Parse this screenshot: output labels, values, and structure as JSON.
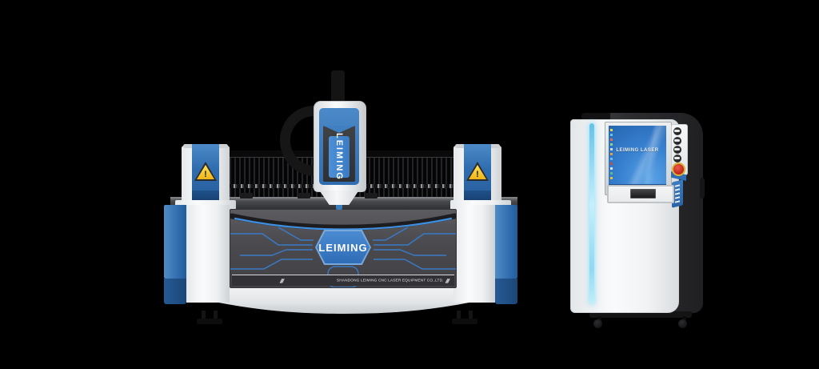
{
  "scene": {
    "subject": "LEIMING fiber laser cutting machine with CNC control cabinet",
    "background_color": "#000000"
  },
  "machine": {
    "head_label": "LEIMING",
    "panel_badge_label": "LEIMING",
    "company_line": "SHANDONG LEIMING CNC LASER EQUIPMENT CO.,LTD.",
    "company_slashes": "///",
    "warning_mark": "!",
    "colors": {
      "brand_blue": "#2f6eb4",
      "dark_blue": "#1d4c82",
      "panel_dark": "#4a4a4e",
      "circuit_blue": "#3f82cc",
      "warning_yellow": "#f2c01c",
      "body_white": "#f4f5f6"
    }
  },
  "cabinet": {
    "screen_text": "LEIMING LASER",
    "colors": {
      "screen_blue": "#2f7cd0",
      "glow_blue": "#9fe2f8",
      "estop_red": "#c32718",
      "body_dark": "#2c2c2f"
    }
  }
}
